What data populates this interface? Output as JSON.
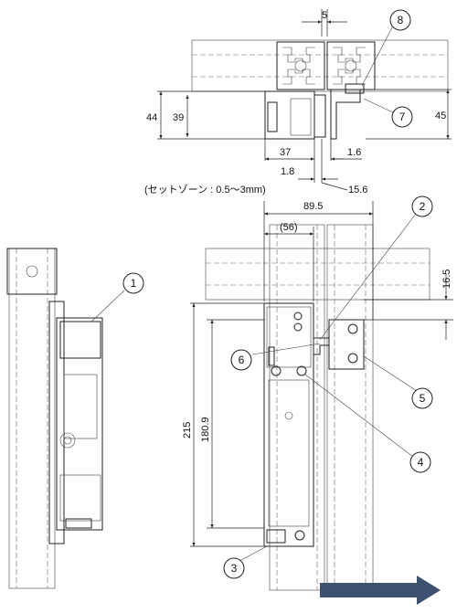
{
  "dimensions": {
    "top_gap": "5",
    "height_44": "44",
    "height_39": "39",
    "height_45": "45",
    "width_37": "37",
    "gap_1_6": "1.6",
    "gap_1_8": "1.8",
    "setzone": "(セットゾーン : 0.5〜3mm)",
    "offset_15_6": "15.6",
    "width_89_5": "89.5",
    "width_56": "(56)",
    "offset_16_5": "16.5",
    "height_215": "215",
    "height_180_9": "180.9"
  },
  "callouts": [
    "1",
    "2",
    "3",
    "4",
    "5",
    "6",
    "7",
    "8"
  ],
  "colors": {
    "line": "#222222",
    "arrow": "#3d5070"
  }
}
